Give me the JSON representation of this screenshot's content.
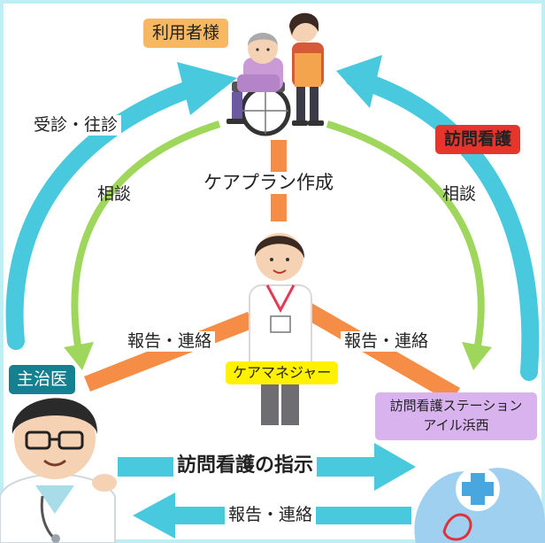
{
  "colors": {
    "green_arrow": "#9fd65c",
    "cyan_arrow": "#49c9dd",
    "orange_line": "#f58d46",
    "user_tag": "#f8b862",
    "nursing_tag": "#e8352c",
    "care_manager_tag": "#fff100",
    "doctor_tag": "#15808f",
    "station_tag": "#d9b3ee",
    "frame": "#bfeff5"
  },
  "icons": {
    "user": "wheelchair-user-illustration",
    "caregiver": "caregiver-illustration",
    "care_manager": "care-manager-illustration",
    "doctor": "doctor-illustration",
    "station": "nursing-station-logo"
  },
  "nodes": {
    "user": "利用者様",
    "nursing": "訪問看護",
    "care_manager": "ケアマネジャー",
    "doctor": "主治医",
    "station": "訪問看護ステーション\nアイル浜西"
  },
  "edges": {
    "consult_visit": "受診・往診",
    "consult_left": "相談",
    "consult_right": "相談",
    "care_plan": "ケアプラン作成",
    "report_left": "報告・連絡",
    "report_right": "報告・連絡",
    "instruction": "訪問看護の指示",
    "report_bottom": "報告・連絡"
  }
}
